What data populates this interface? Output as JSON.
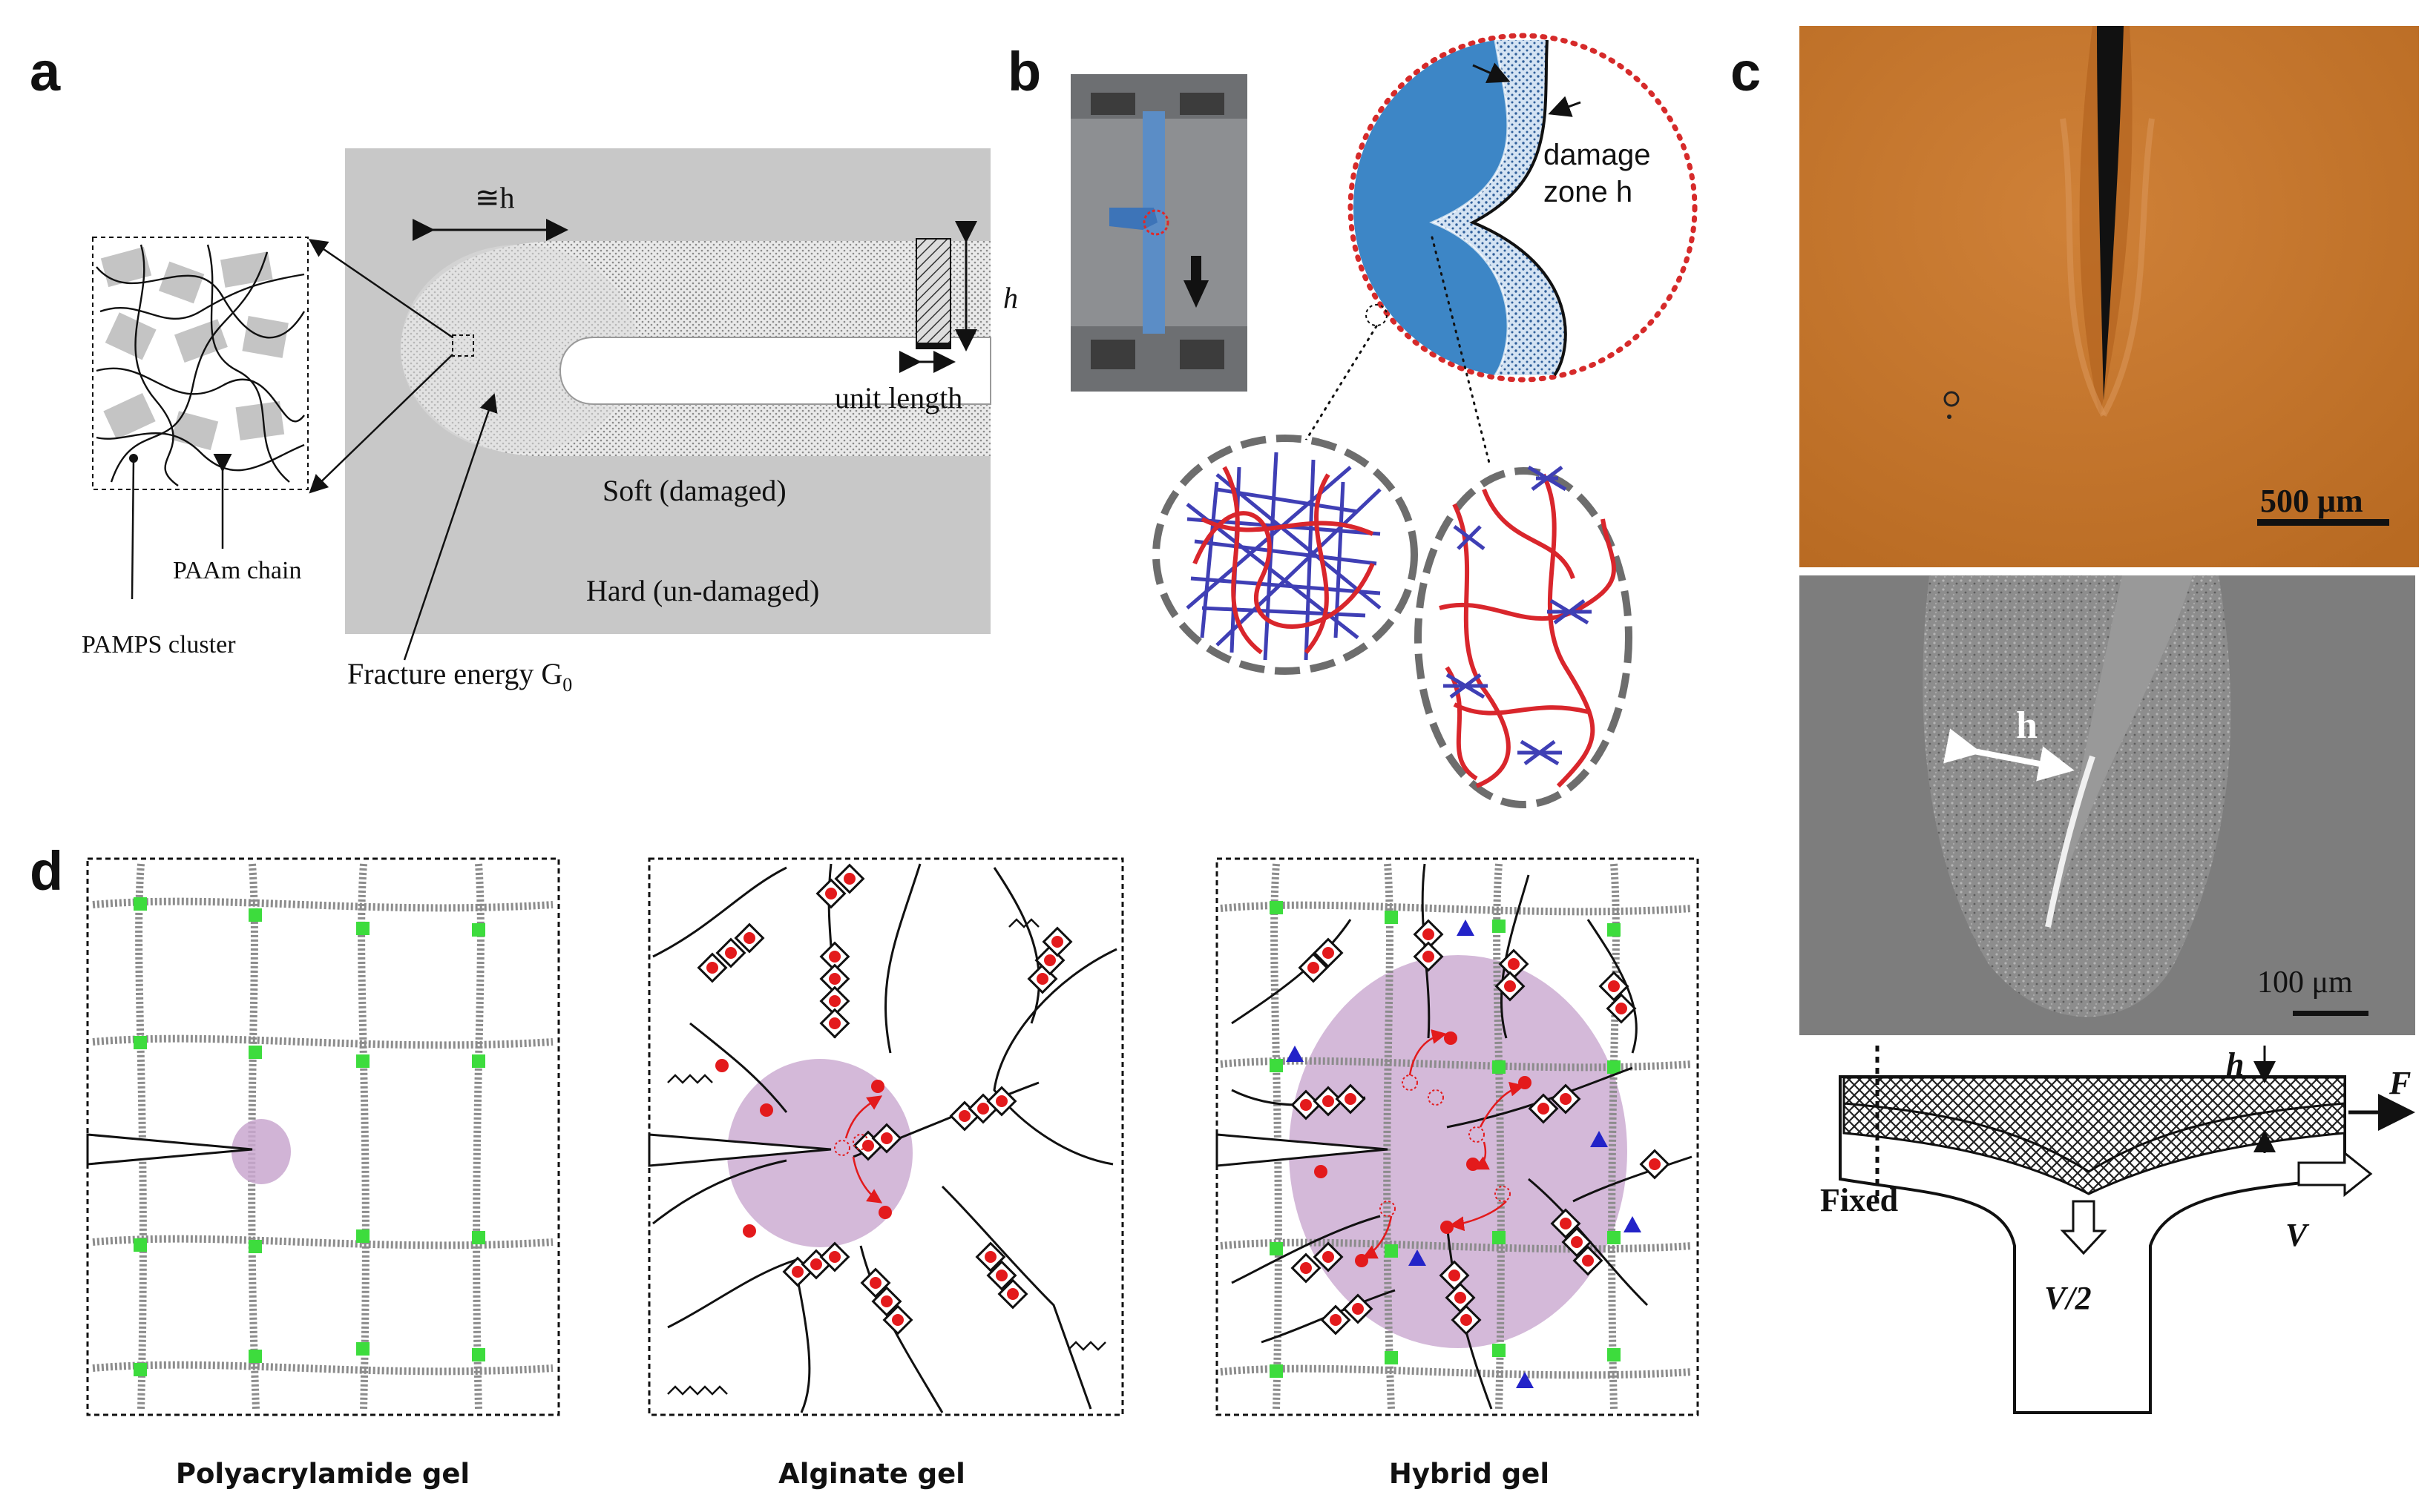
{
  "panel_labels": {
    "a": "a",
    "b": "b",
    "c": "c",
    "d": "d"
  },
  "panel_a": {
    "approx_h": "≅h",
    "h_symbol": "h",
    "unit_length": "unit length",
    "soft_region": "Soft (damaged)",
    "hard_region": "Hard (un-damaged)",
    "paam_chain": "PAAm chain",
    "pamps_cluster": "PAMPS cluster",
    "fracture_energy": "Fracture energy G",
    "fracture_energy_sub": "0"
  },
  "panel_b": {
    "damage_zone_line1": "damage",
    "damage_zone_line2": "zone h"
  },
  "panel_c": {
    "scale_top": "500 μm",
    "scale_mid": "100 μm",
    "h_label": "h",
    "diagram": {
      "h_label": "h",
      "force": "F",
      "fixed": "Fixed",
      "velocity": "V",
      "half_velocity": "V/2"
    }
  },
  "panel_d": {
    "captions": [
      "Polyacrylamide gel",
      "Alginate gel",
      "Hybrid gel"
    ]
  },
  "colors": {
    "gel_blue": "#3d86c6",
    "chain_red": "#d9262c",
    "network_blue": "#3f3fb5",
    "crosslink_green": "#3ddc3d",
    "ion_red": "#e31a1c",
    "zone_purple": "#c9a7cf",
    "gray_bg": "#c8c8c8",
    "photo_orange": "#c7782f",
    "photo_gray": "#7d7d7d"
  }
}
